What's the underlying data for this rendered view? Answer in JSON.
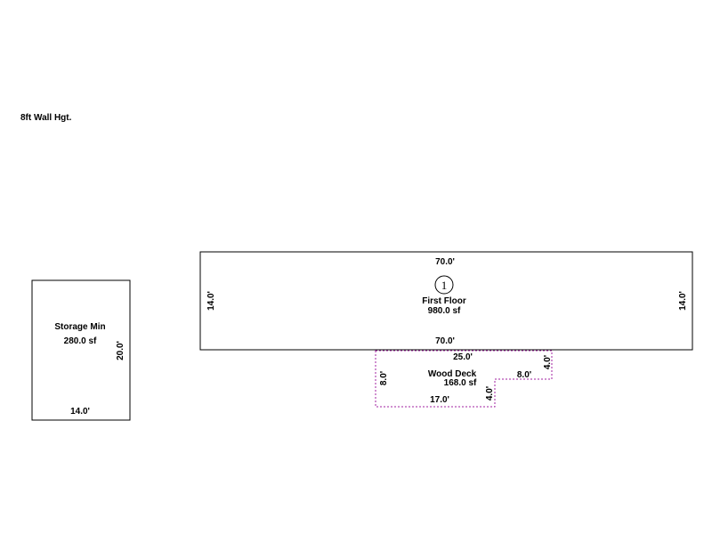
{
  "note": "8ft Wall Hgt.",
  "colors": {
    "wall": "#000000",
    "deck": "#a020a0",
    "background": "#ffffff"
  },
  "first_floor": {
    "name": "First Floor",
    "area": "980.0 sf",
    "marker": "1",
    "dims": {
      "top": "70.0'",
      "bottom": "70.0'",
      "left": "14.0'",
      "right": "14.0'"
    }
  },
  "storage": {
    "name": "Storage Min",
    "area": "280.0 sf",
    "dims": {
      "bottom": "14.0'",
      "right": "20.0'"
    }
  },
  "wood_deck": {
    "name": "Wood Deck",
    "area": "168.0 sf",
    "dims": {
      "top": "25.0'",
      "left": "8.0'",
      "bottom": "17.0'",
      "step_vertical": "4.0'",
      "step_horizontal": "8.0'",
      "right": "4.0'"
    }
  }
}
